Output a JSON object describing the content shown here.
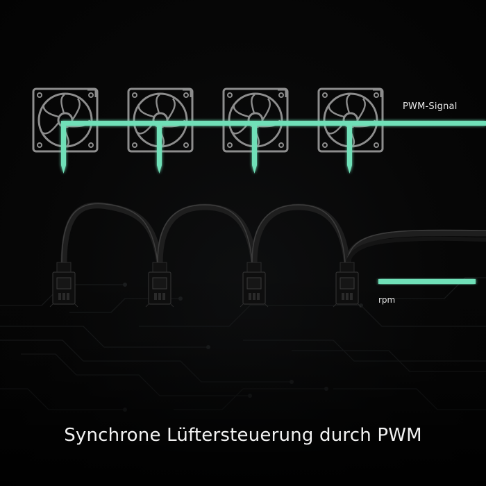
{
  "title": "Synchrone Lüftersteuerung durch PWM",
  "signal_label": "PWM-Signal",
  "rpm_label": "rpm",
  "fans": [
    {
      "icon": "fan-icon"
    },
    {
      "icon": "fan-icon"
    },
    {
      "icon": "fan-icon"
    },
    {
      "icon": "fan-icon"
    }
  ],
  "connectors": [
    {
      "icon": "fan-connector-icon"
    },
    {
      "icon": "fan-connector-icon"
    },
    {
      "icon": "fan-connector-icon"
    },
    {
      "icon": "fan-connector-icon"
    }
  ],
  "colors": {
    "background": "#050505",
    "signal_line": "#6fe0b8",
    "fan_outline": "#8f8f8f",
    "text": "#ececec"
  }
}
